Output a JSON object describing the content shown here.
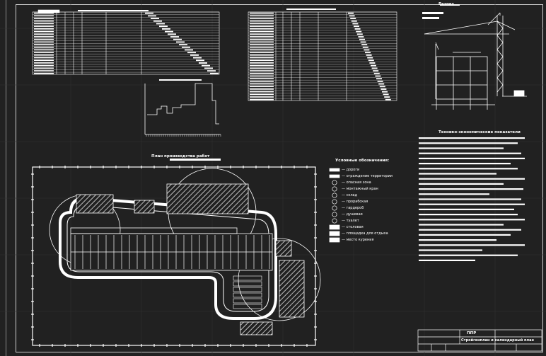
{
  "drawing": {
    "colors": {
      "background": "#212121",
      "lines": "#ffffff",
      "grid": "#3a3a3a"
    },
    "plan_title": "План производства работ",
    "legend": {
      "title": "Условные обозначения:",
      "items": [
        "— дороги",
        "— ограждение территории",
        "— опасная зона",
        "— монтажный кран",
        "— склад",
        "— прорабская",
        "— гардероб",
        "— душевая",
        "— туалет",
        "— столовая",
        "— площадка для отдыха",
        "— место курения"
      ]
    },
    "crane_section_title": "Разрез",
    "notes_title": "Технико-экономические показатели",
    "stamp": {
      "code": "ППР",
      "title": "Стройгенплан и календарный план"
    }
  }
}
